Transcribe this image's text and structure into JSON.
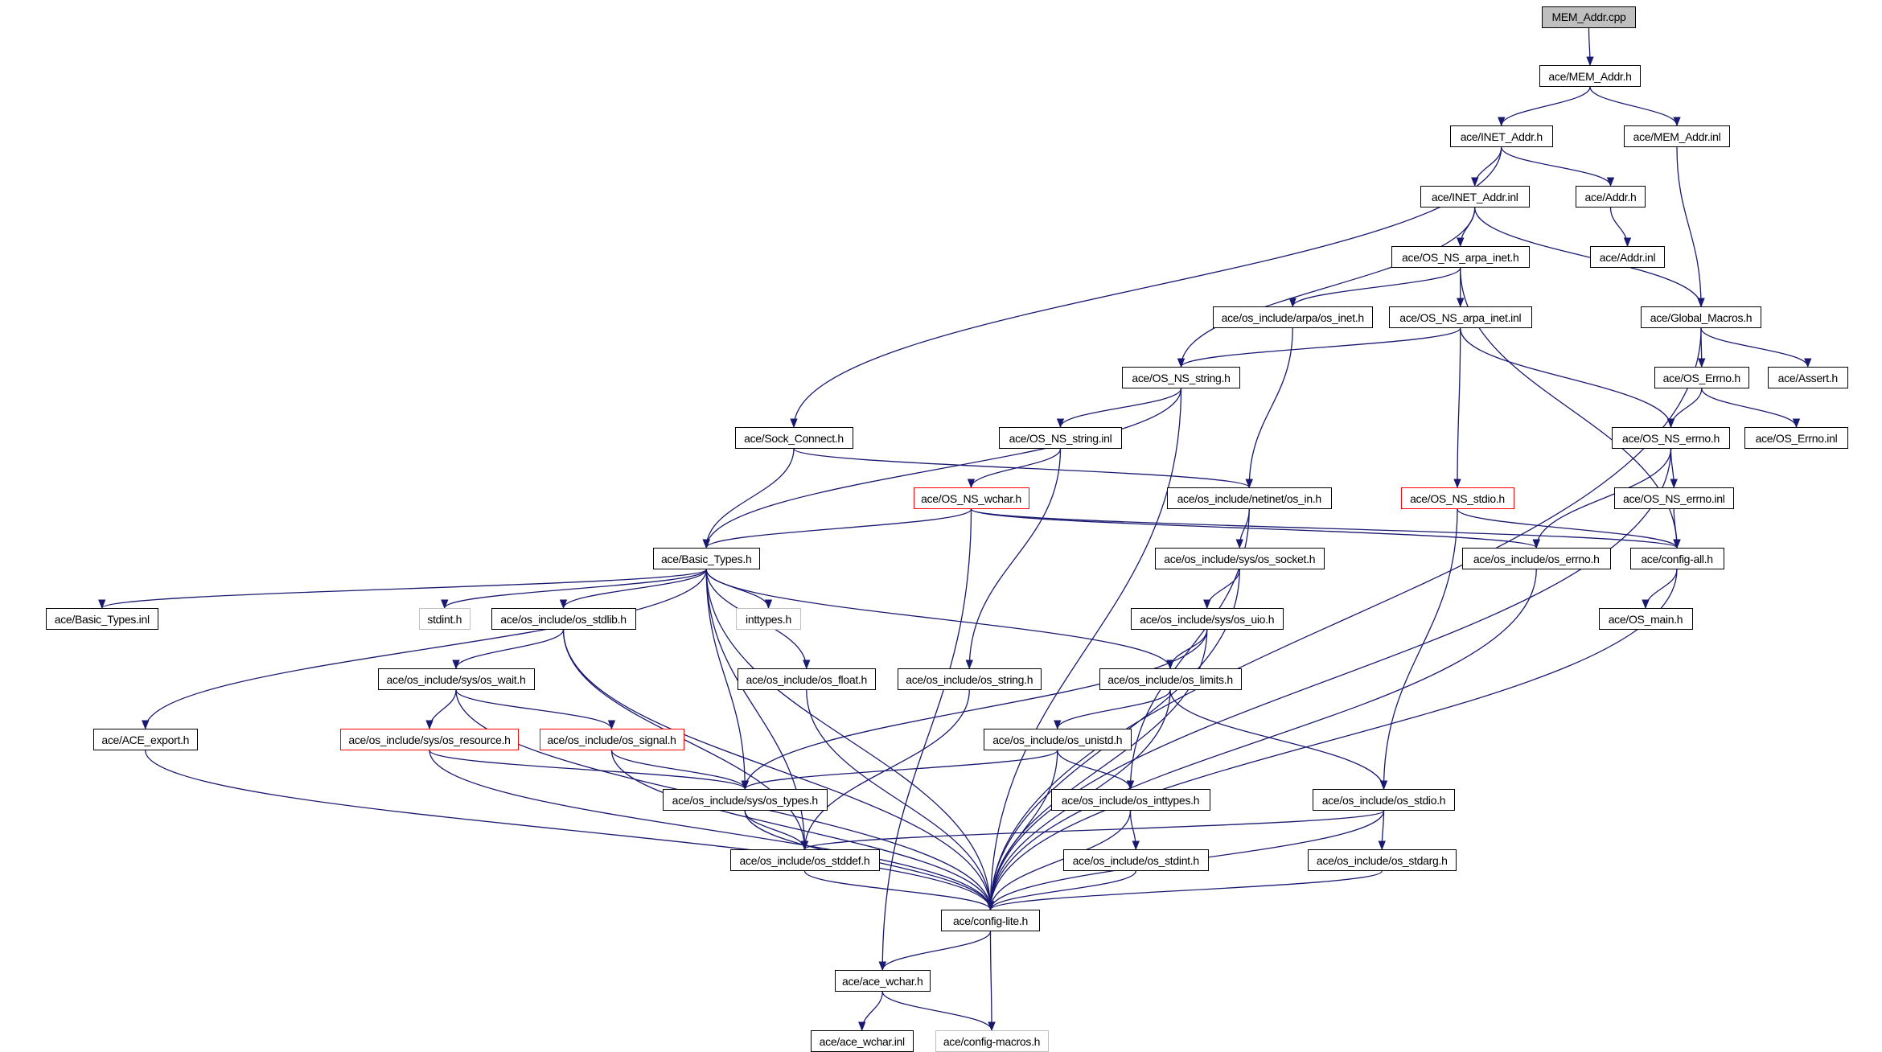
{
  "title": "MEM_Addr.cpp",
  "colors": {
    "edge": "#191970",
    "root_fill": "#bfbfbf",
    "truncated_border": "#ff0000",
    "missing_border": "#bfbfbf"
  },
  "nodes": [
    {
      "id": "n0",
      "label": "MEM_Addr.cpp",
      "style": "root"
    },
    {
      "id": "n1",
      "label": "ace/MEM_Addr.h",
      "style": "normal"
    },
    {
      "id": "n2",
      "label": "ace/INET_Addr.h",
      "style": "normal"
    },
    {
      "id": "n3",
      "label": "ace/MEM_Addr.inl",
      "style": "normal"
    },
    {
      "id": "n4",
      "label": "ace/INET_Addr.inl",
      "style": "normal"
    },
    {
      "id": "n5",
      "label": "ace/Addr.h",
      "style": "normal"
    },
    {
      "id": "n6",
      "label": "ace/OS_NS_arpa_inet.h",
      "style": "normal"
    },
    {
      "id": "n7",
      "label": "ace/Addr.inl",
      "style": "normal"
    },
    {
      "id": "n8",
      "label": "ace/os_include/arpa/os_inet.h",
      "style": "normal"
    },
    {
      "id": "n9",
      "label": "ace/OS_NS_arpa_inet.inl",
      "style": "normal"
    },
    {
      "id": "n10",
      "label": "ace/Global_Macros.h",
      "style": "normal"
    },
    {
      "id": "n11",
      "label": "ace/OS_NS_string.h",
      "style": "normal"
    },
    {
      "id": "n12",
      "label": "ace/OS_Errno.h",
      "style": "normal"
    },
    {
      "id": "n13",
      "label": "ace/Assert.h",
      "style": "normal"
    },
    {
      "id": "n14",
      "label": "ace/Sock_Connect.h",
      "style": "normal"
    },
    {
      "id": "n15",
      "label": "ace/OS_NS_string.inl",
      "style": "normal"
    },
    {
      "id": "n16",
      "label": "ace/OS_NS_errno.h",
      "style": "normal"
    },
    {
      "id": "n17",
      "label": "ace/OS_Errno.inl",
      "style": "normal"
    },
    {
      "id": "n18",
      "label": "ace/OS_NS_wchar.h",
      "style": "red"
    },
    {
      "id": "n19",
      "label": "ace/os_include/netinet/os_in.h",
      "style": "normal"
    },
    {
      "id": "n20",
      "label": "ace/OS_NS_stdio.h",
      "style": "red"
    },
    {
      "id": "n21",
      "label": "ace/OS_NS_errno.inl",
      "style": "normal"
    },
    {
      "id": "n22",
      "label": "ace/Basic_Types.h",
      "style": "normal"
    },
    {
      "id": "n23",
      "label": "ace/os_include/sys/os_socket.h",
      "style": "normal"
    },
    {
      "id": "n24",
      "label": "ace/os_include/os_errno.h",
      "style": "normal"
    },
    {
      "id": "n25",
      "label": "ace/config-all.h",
      "style": "normal"
    },
    {
      "id": "n26",
      "label": "ace/Basic_Types.inl",
      "style": "normal"
    },
    {
      "id": "n27",
      "label": "stdint.h",
      "style": "gray"
    },
    {
      "id": "n28",
      "label": "ace/os_include/os_stdlib.h",
      "style": "normal"
    },
    {
      "id": "n29",
      "label": "inttypes.h",
      "style": "gray"
    },
    {
      "id": "n30",
      "label": "ace/os_include/sys/os_uio.h",
      "style": "normal"
    },
    {
      "id": "n31",
      "label": "ace/OS_main.h",
      "style": "normal"
    },
    {
      "id": "n32",
      "label": "ace/os_include/sys/os_wait.h",
      "style": "normal"
    },
    {
      "id": "n33",
      "label": "ace/os_include/os_float.h",
      "style": "normal"
    },
    {
      "id": "n34",
      "label": "ace/os_include/os_string.h",
      "style": "normal"
    },
    {
      "id": "n35",
      "label": "ace/os_include/os_limits.h",
      "style": "normal"
    },
    {
      "id": "n36",
      "label": "ace/ACE_export.h",
      "style": "normal"
    },
    {
      "id": "n37",
      "label": "ace/os_include/sys/os_resource.h",
      "style": "red"
    },
    {
      "id": "n38",
      "label": "ace/os_include/os_signal.h",
      "style": "red"
    },
    {
      "id": "n39",
      "label": "ace/os_include/os_unistd.h",
      "style": "normal"
    },
    {
      "id": "n40",
      "label": "ace/os_include/sys/os_types.h",
      "style": "normal"
    },
    {
      "id": "n41",
      "label": "ace/os_include/os_inttypes.h",
      "style": "normal"
    },
    {
      "id": "n42",
      "label": "ace/os_include/os_stdio.h",
      "style": "normal"
    },
    {
      "id": "n43",
      "label": "ace/os_include/os_stddef.h",
      "style": "normal"
    },
    {
      "id": "n44",
      "label": "ace/os_include/os_stdint.h",
      "style": "normal"
    },
    {
      "id": "n45",
      "label": "ace/os_include/os_stdarg.h",
      "style": "normal"
    },
    {
      "id": "n46",
      "label": "ace/config-lite.h",
      "style": "normal"
    },
    {
      "id": "n47",
      "label": "ace/ace_wchar.h",
      "style": "normal"
    },
    {
      "id": "n48",
      "label": "ace/ace_wchar.inl",
      "style": "normal"
    },
    {
      "id": "n49",
      "label": "ace/config-macros.h",
      "style": "gray"
    }
  ],
  "edges": [
    [
      "n0",
      "n1"
    ],
    [
      "n1",
      "n2"
    ],
    [
      "n1",
      "n3"
    ],
    [
      "n2",
      "n4"
    ],
    [
      "n2",
      "n5"
    ],
    [
      "n2",
      "n14"
    ],
    [
      "n4",
      "n6"
    ],
    [
      "n4",
      "n11"
    ],
    [
      "n4",
      "n10"
    ],
    [
      "n5",
      "n7"
    ],
    [
      "n3",
      "n10"
    ],
    [
      "n6",
      "n8"
    ],
    [
      "n6",
      "n9"
    ],
    [
      "n6",
      "n25"
    ],
    [
      "n9",
      "n11"
    ],
    [
      "n9",
      "n20"
    ],
    [
      "n9",
      "n16"
    ],
    [
      "n8",
      "n19"
    ],
    [
      "n10",
      "n12"
    ],
    [
      "n10",
      "n13"
    ],
    [
      "n10",
      "n46"
    ],
    [
      "n12",
      "n16"
    ],
    [
      "n12",
      "n17"
    ],
    [
      "n11",
      "n15"
    ],
    [
      "n11",
      "n22"
    ],
    [
      "n11",
      "n46"
    ],
    [
      "n15",
      "n18"
    ],
    [
      "n15",
      "n34"
    ],
    [
      "n14",
      "n22"
    ],
    [
      "n14",
      "n19"
    ],
    [
      "n16",
      "n21"
    ],
    [
      "n16",
      "n24"
    ],
    [
      "n16",
      "n46"
    ],
    [
      "n21",
      "n25"
    ],
    [
      "n18",
      "n22"
    ],
    [
      "n18",
      "n24"
    ],
    [
      "n18",
      "n25"
    ],
    [
      "n18",
      "n47"
    ],
    [
      "n19",
      "n23"
    ],
    [
      "n19",
      "n41"
    ],
    [
      "n20",
      "n25"
    ],
    [
      "n20",
      "n42"
    ],
    [
      "n23",
      "n30"
    ],
    [
      "n23",
      "n46"
    ],
    [
      "n24",
      "n46"
    ],
    [
      "n25",
      "n31"
    ],
    [
      "n25",
      "n46"
    ],
    [
      "n22",
      "n26"
    ],
    [
      "n22",
      "n27"
    ],
    [
      "n22",
      "n28"
    ],
    [
      "n22",
      "n29"
    ],
    [
      "n22",
      "n33"
    ],
    [
      "n22",
      "n35"
    ],
    [
      "n22",
      "n36"
    ],
    [
      "n22",
      "n46"
    ],
    [
      "n22",
      "n40"
    ],
    [
      "n22",
      "n43"
    ],
    [
      "n28",
      "n32"
    ],
    [
      "n28",
      "n46"
    ],
    [
      "n28",
      "n43"
    ],
    [
      "n30",
      "n35"
    ],
    [
      "n30",
      "n40"
    ],
    [
      "n30",
      "n46"
    ],
    [
      "n32",
      "n37"
    ],
    [
      "n32",
      "n38"
    ],
    [
      "n32",
      "n46"
    ],
    [
      "n33",
      "n46"
    ],
    [
      "n34",
      "n43"
    ],
    [
      "n35",
      "n39"
    ],
    [
      "n35",
      "n42"
    ],
    [
      "n35",
      "n46"
    ],
    [
      "n36",
      "n46"
    ],
    [
      "n37",
      "n40"
    ],
    [
      "n37",
      "n46"
    ],
    [
      "n38",
      "n40"
    ],
    [
      "n38",
      "n46"
    ],
    [
      "n39",
      "n40"
    ],
    [
      "n39",
      "n41"
    ],
    [
      "n39",
      "n46"
    ],
    [
      "n40",
      "n43"
    ],
    [
      "n40",
      "n46"
    ],
    [
      "n41",
      "n44"
    ],
    [
      "n41",
      "n46"
    ],
    [
      "n42",
      "n43"
    ],
    [
      "n42",
      "n45"
    ],
    [
      "n42",
      "n46"
    ],
    [
      "n43",
      "n46"
    ],
    [
      "n44",
      "n46"
    ],
    [
      "n45",
      "n46"
    ],
    [
      "n46",
      "n47"
    ],
    [
      "n46",
      "n49"
    ],
    [
      "n47",
      "n48"
    ],
    [
      "n47",
      "n49"
    ]
  ]
}
